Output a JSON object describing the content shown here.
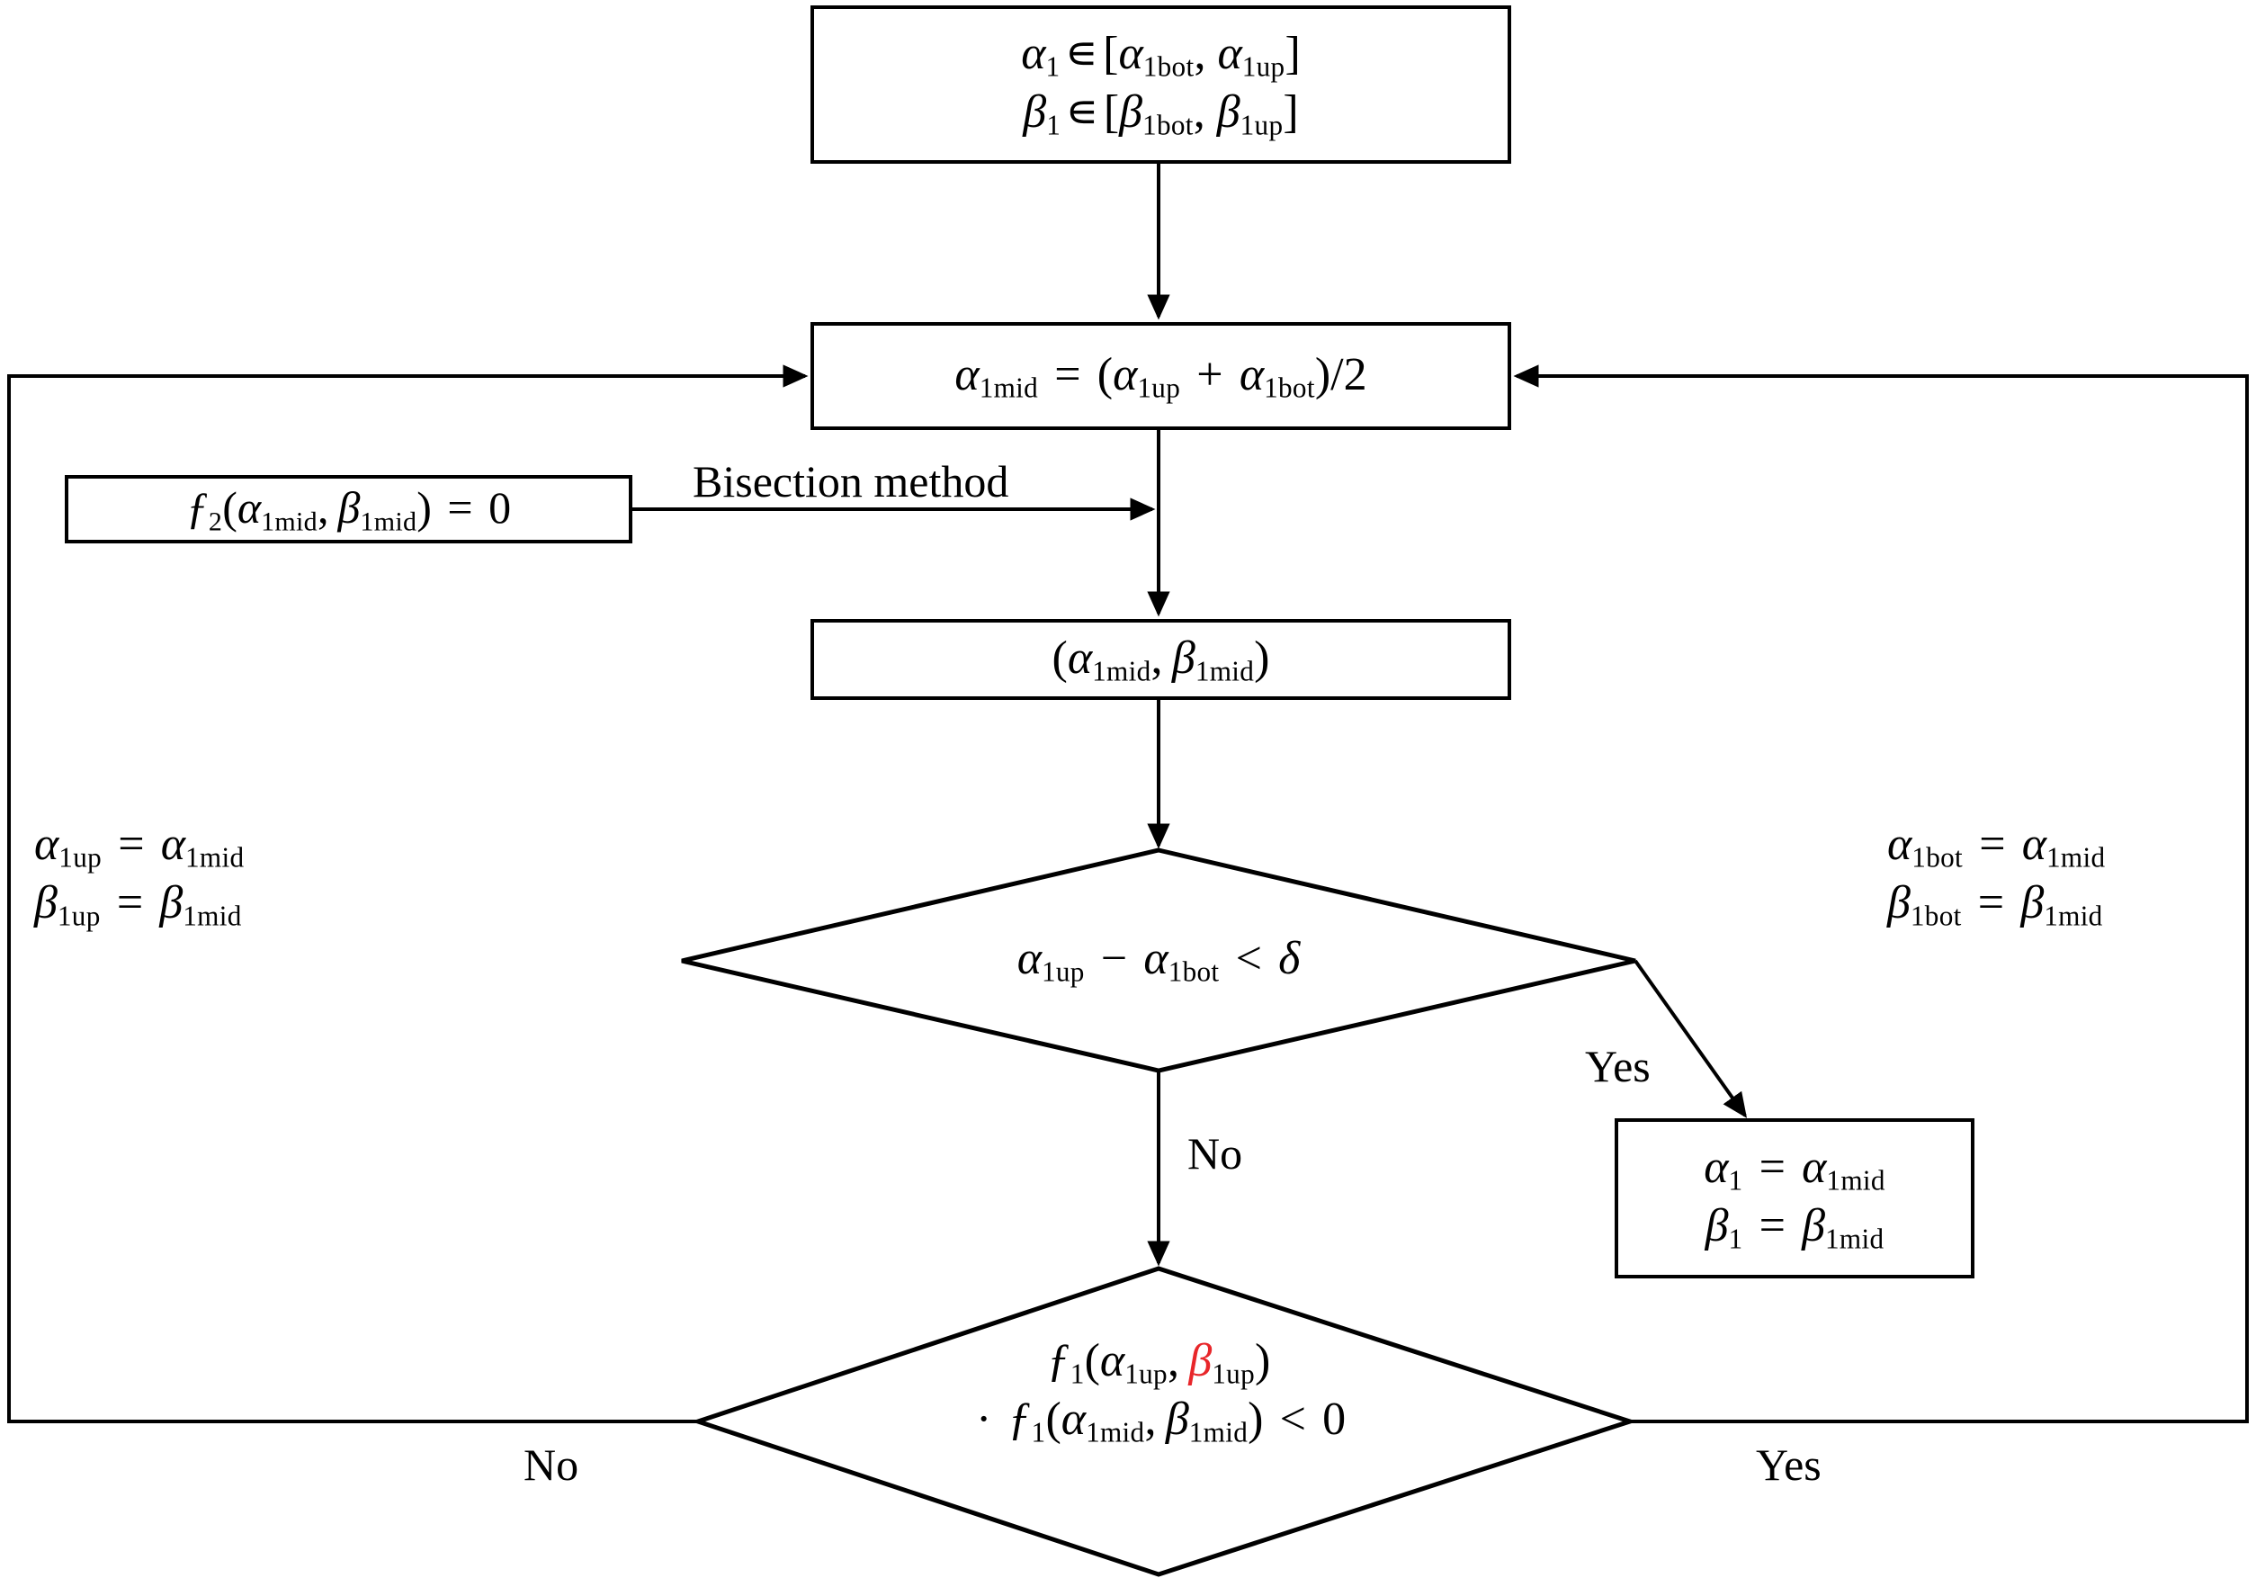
{
  "diagram": {
    "title": "Bisection method flowchart for alpha1 and beta1",
    "line_color": "#000000",
    "background": "#ffffff",
    "accent_red": "#e8262a"
  },
  "nodes": {
    "init_box": {
      "name": "initial-range-box",
      "shape": "process",
      "lines": [
        "α₁∈[α₁bot, α₁up]",
        "β₁∈[β₁bot, β₁up]"
      ]
    },
    "midpoint_box": {
      "name": "midpoint-formula-box",
      "shape": "process",
      "lines": [
        "α₁mid = (α₁up + α₁bot)/2"
      ]
    },
    "solve_box": {
      "name": "solve-f2-box",
      "shape": "process",
      "lines": [
        "ƒ₂(α₁mid, β₁mid) = 0"
      ]
    },
    "pair_box": {
      "name": "midpoint-pair-box",
      "shape": "process",
      "lines": [
        "(α₁mid, β₁mid)"
      ]
    },
    "tolerance_diamond": {
      "name": "tolerance-decision",
      "shape": "decision",
      "lines": [
        "α₁up − α₁bot < δ"
      ]
    },
    "sign_diamond": {
      "name": "sign-change-decision",
      "shape": "decision",
      "lines": [
        "ƒ₁(α₁up, β₁up)",
        "· ƒ₁(α₁mid, β₁mid) < 0"
      ]
    },
    "result_box": {
      "name": "result-assignment-box",
      "shape": "process",
      "lines": [
        "α₁ = α₁mid",
        "β₁ = β₁mid"
      ]
    }
  },
  "annotations": {
    "bisection_method": "Bisection method",
    "update_upper": {
      "name": "update-upper-bounds",
      "lines": [
        "α₁up = α₁mid",
        "β₁up = β₁mid"
      ]
    },
    "update_lower": {
      "name": "update-lower-bounds",
      "lines": [
        "α₁bot = α₁mid",
        "β₁bot = β₁mid"
      ]
    },
    "tolerance_yes": "Yes",
    "tolerance_no": "No",
    "sign_no": "No",
    "sign_yes": "Yes"
  }
}
